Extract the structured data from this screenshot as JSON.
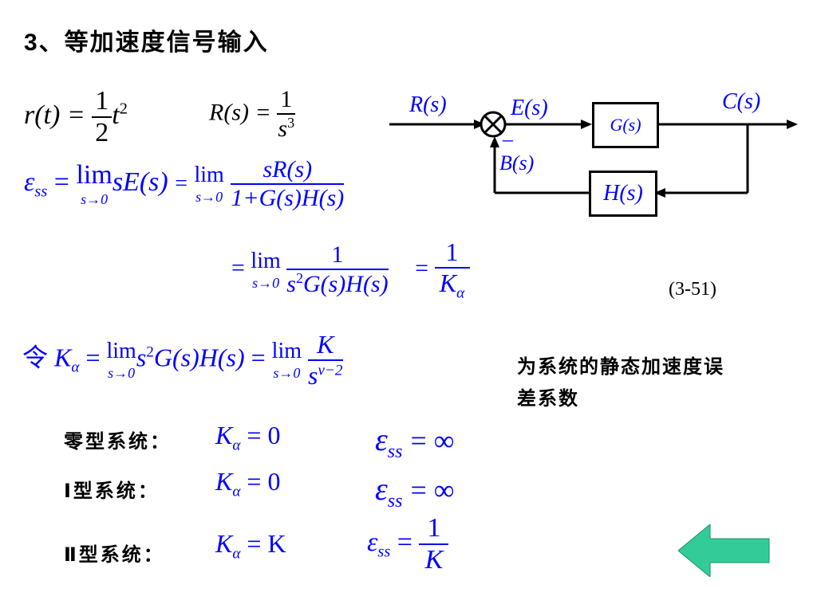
{
  "title": "3、等加速度信号输入",
  "eq_rt": {
    "lhs": "r(t) =",
    "num": "1",
    "den": "2",
    "rhs_base": "t",
    "rhs_exp": "2"
  },
  "eq_Rs": {
    "lhs": "R(s) =",
    "num": "1",
    "den_base": "s",
    "den_exp": "3"
  },
  "diagram": {
    "input_label": "R(s)",
    "error_label": "E(s)",
    "feedback_label": "B(s)",
    "feedback_sign": "–",
    "output_label": "C(s)",
    "forward_block": "G(s)",
    "feedback_block": "H(s)"
  },
  "eq_ess": {
    "lhs_symbol": "ε",
    "lhs_sub": "ss",
    "eq": "=",
    "lim": "lim",
    "lim_sub": "s→0",
    "expr1": "sE(s)",
    "frac1_num": "sR(s)",
    "frac1_den": "1+G(s)H(s)",
    "frac2_num": "1",
    "frac2_den_base": "s",
    "frac2_den_exp": "2",
    "frac2_den_rest": "G(s)H(s)",
    "frac3_num": "1",
    "frac3_den": "K",
    "frac3_den_sub": "α",
    "eq_number": "(3-51)"
  },
  "eq_ka": {
    "prefix": "令",
    "lhs": "K",
    "lhs_sub": "α",
    "mid_base": "s",
    "mid_exp": "2",
    "mid_rest": "G(s)H(s)",
    "frac_num": "K",
    "frac_den_base": "s",
    "frac_den_exp": "ν−2",
    "note_line1": "为系统的静态加速度误",
    "note_line2": "差系数"
  },
  "types": [
    {
      "label": "零型系统：",
      "ka": "= 0",
      "ess": "= ∞"
    },
    {
      "label": "Ⅰ型系统：",
      "ka": "= 0",
      "ess": "= ∞"
    },
    {
      "label": "Ⅱ型系统：",
      "ka": "= K",
      "ess_num": "1",
      "ess_den": "K"
    }
  ],
  "colors": {
    "math_blue": "#0000ff",
    "text_black": "#000000",
    "arrow_fill": "#33cc99"
  },
  "icons": {
    "back": "left-arrow-icon"
  }
}
